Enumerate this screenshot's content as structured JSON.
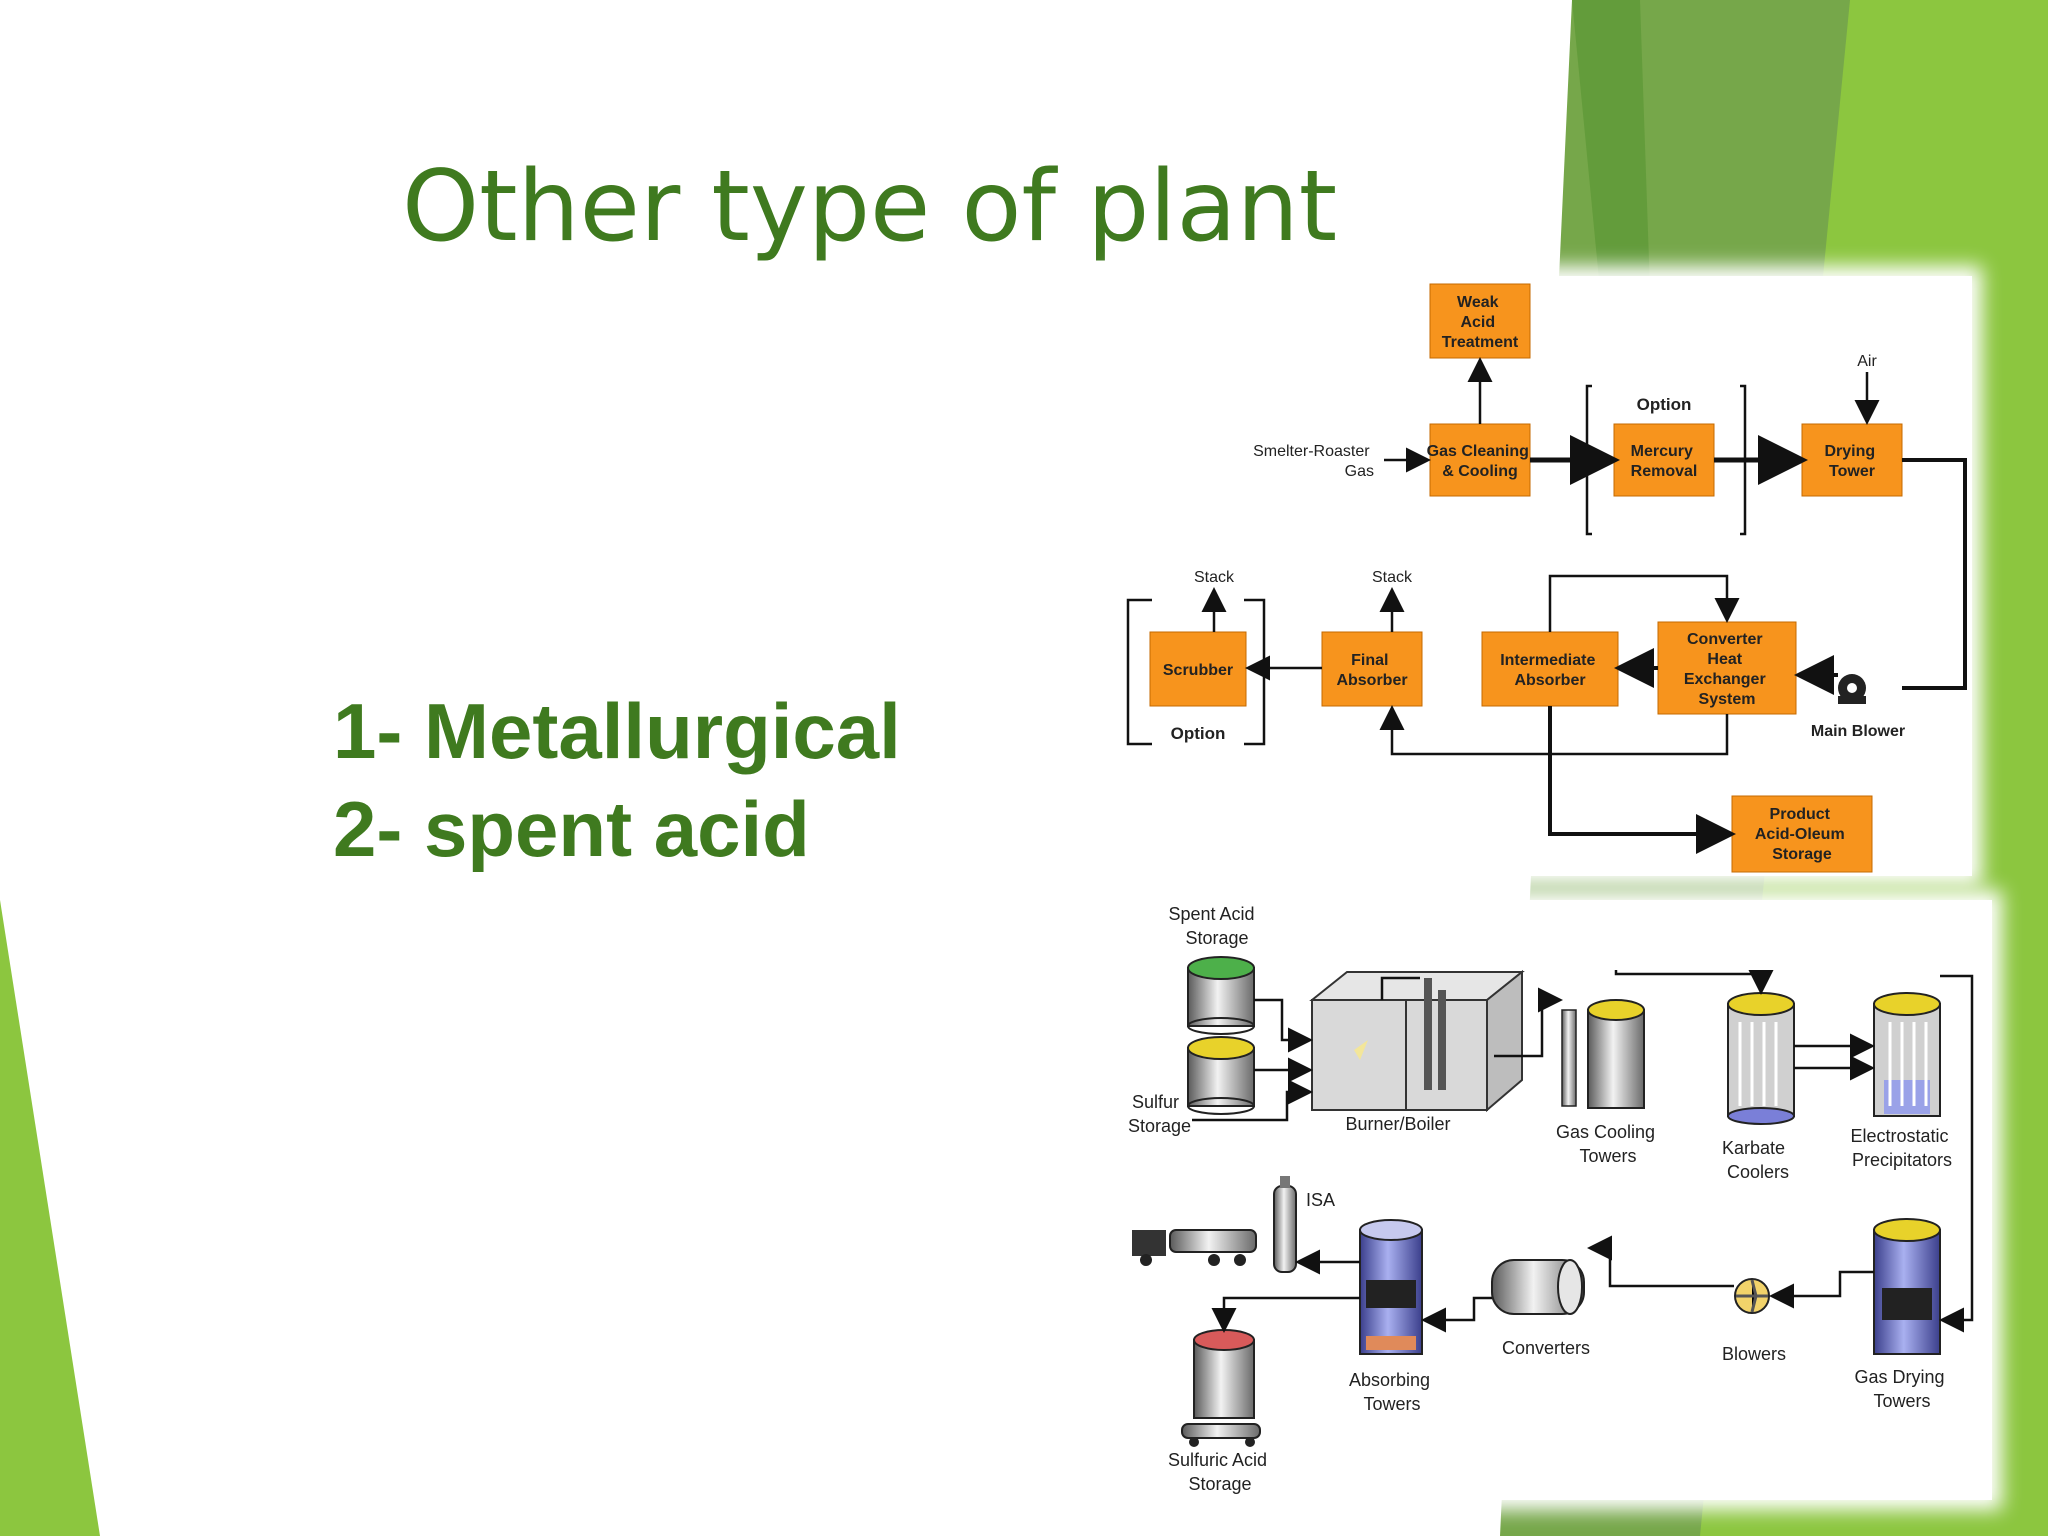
{
  "slide": {
    "title": "Other type of plant",
    "bullets": [
      "1- Metallurgical",
      "2- spent acid"
    ]
  },
  "colors": {
    "green_dark": "#3f7a1f",
    "green_accent": "#8cc63f",
    "green_mid": "#76a74a",
    "box_orange": "#f7941d"
  },
  "metallurgical_diagram": {
    "boxes": {
      "weak_acid": [
        "Weak",
        "Acid",
        "Treatment"
      ],
      "gas_cleaning": [
        "Gas Cleaning",
        "& Cooling"
      ],
      "mercury": [
        "Mercury",
        "Removal"
      ],
      "drying": [
        "Drying",
        "Tower"
      ],
      "scrubber": [
        "Scrubber"
      ],
      "final_absorber": [
        "Final",
        "Absorber"
      ],
      "intermediate_absorber": [
        "Intermediate",
        "Absorber"
      ],
      "converter": [
        "Converter",
        "Heat",
        "Exchanger",
        "System"
      ],
      "product": [
        "Product",
        "Acid-Oleum",
        "Storage"
      ]
    },
    "labels": {
      "feed": [
        "Smelter-Roaster",
        "Gas"
      ],
      "air": "Air",
      "option_top": "Option",
      "option_bottom": "Option",
      "stack_1": "Stack",
      "stack_2": "Stack",
      "main_blower": "Main Blower"
    }
  },
  "spent_acid_diagram": {
    "labels": {
      "spent_acid_storage": [
        "Spent Acid",
        "Storage"
      ],
      "sulfur_storage": [
        "Sulfur",
        "Storage"
      ],
      "burner_boiler": "Burner/Boiler",
      "gas_cooling_towers": [
        "Gas Cooling",
        "Towers"
      ],
      "karbate_coolers": [
        "Karbate",
        "Coolers"
      ],
      "electrostatic_precipitators": [
        "Electrostatic",
        "Precipitators"
      ],
      "isa": "ISA",
      "absorbing_towers": [
        "Absorbing",
        "Towers"
      ],
      "converters": "Converters",
      "blowers": "Blowers",
      "gas_drying_towers": [
        "Gas Drying",
        "Towers"
      ],
      "sulfuric_acid_storage": [
        "Sulfuric Acid",
        "Storage"
      ]
    }
  }
}
